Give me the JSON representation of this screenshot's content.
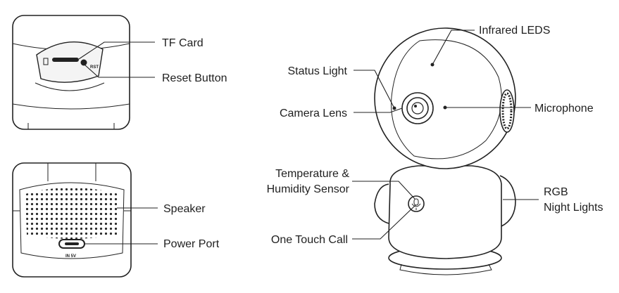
{
  "labels": {
    "tf_card": "TF Card",
    "reset_button": "Reset Button",
    "speaker": "Speaker",
    "power_port": "Power Port",
    "infrared_leds": "Infrared LEDS",
    "status_light": "Status Light",
    "camera_lens": "Camera Lens",
    "microphone": "Microphone",
    "temp_humidity_line1": "Temperature &",
    "temp_humidity_line2": "Humidity Sensor",
    "rgb_line1": "RGB",
    "rgb_line2": "Night Lights",
    "one_touch_call": "One Touch Call"
  },
  "markings": {
    "rst": "RST",
    "power_input": "IN 5V"
  },
  "colors": {
    "line": "#222222",
    "text": "#1f1f1f",
    "background": "#ffffff"
  }
}
